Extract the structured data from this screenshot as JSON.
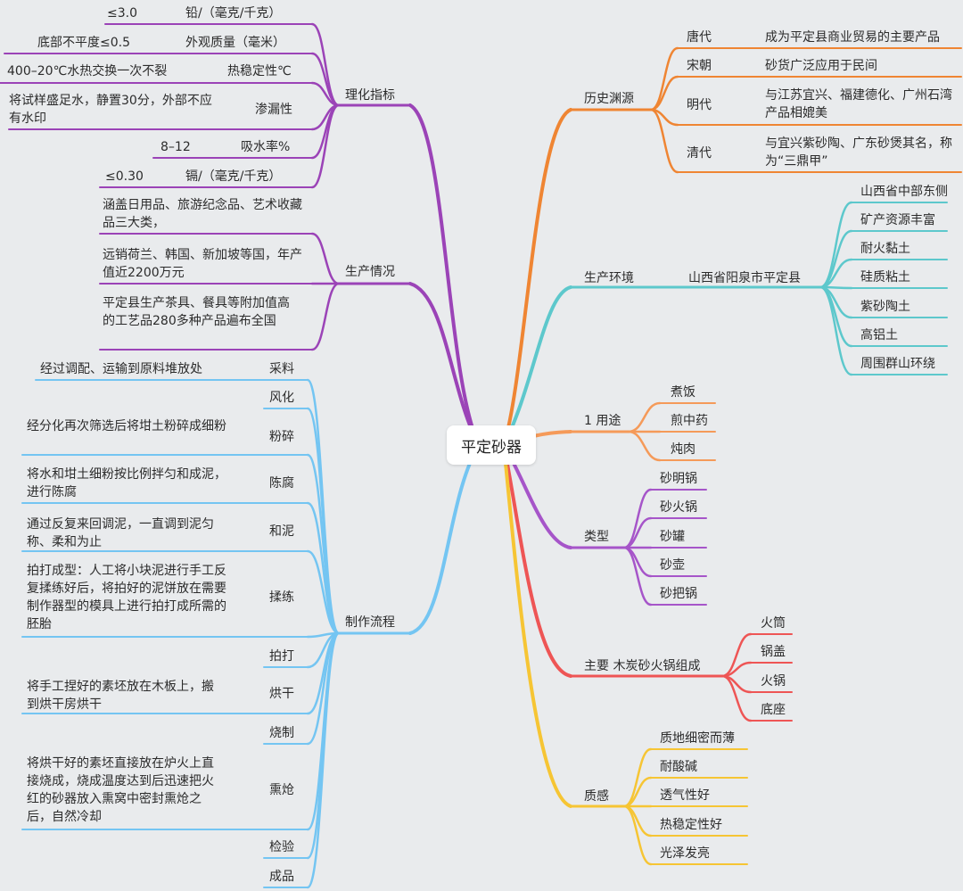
{
  "root": "平定砂器",
  "colors": {
    "purple": "#9b43b7",
    "blue": "#74c5f2",
    "orange": "#ef8533",
    "teal": "#5dc8cc",
    "lightorange": "#f59a59",
    "violet": "#a655c9",
    "red": "#ee5555",
    "yellow": "#f6c534"
  },
  "branches": {
    "lihua": {
      "label": "理化指标",
      "items": {
        "lead": {
          "label": "铅/（毫克/千克）",
          "value": "≤3.0"
        },
        "flat": {
          "label": "外观质量（毫米）",
          "value": "底部不平度≤0.5"
        },
        "thermal": {
          "label": "热稳定性℃",
          "value": "400–20℃水热交换一次不裂"
        },
        "leak": {
          "label": "渗漏性",
          "value": "将试样盛足水，静置30分，外部不应有水印"
        },
        "absorb": {
          "label": "吸水率%",
          "value": "8–12"
        },
        "cd": {
          "label": "镉/（毫克/千克）",
          "value": "≤0.30"
        }
      }
    },
    "shengchan": {
      "label": "生产情况",
      "items": [
        "涵盖日用品、旅游纪念品、艺术收藏品三大类，",
        "远销荷兰、韩国、新加坡等国，年产值近2200万元",
        "平定县生产茶具、餐具等附加值高的工艺品280多种产品遍布全国"
      ]
    },
    "zhizuo": {
      "label": "制作流程",
      "steps": {
        "caiLiao": {
          "label": "采料",
          "desc": "经过调配、运输到原料堆放处"
        },
        "fengHua": {
          "label": "风化"
        },
        "fenSui": {
          "label": "粉碎",
          "desc": "经分化再次筛选后将坩土粉碎成细粉"
        },
        "chenFu": {
          "label": "陈腐",
          "desc": "将水和坩土细粉按比例拌匀和成泥，进行陈腐"
        },
        "heNi": {
          "label": "和泥",
          "desc": "通过反复来回调泥，一直调到泥匀称、柔和为止"
        },
        "rouLian": {
          "label": "揉练",
          "desc": "拍打成型：人工将小块泥进行手工反复揉练好后，将拍好的泥饼放在需要制作器型的模具上进行拍打成所需的胚胎"
        },
        "paiDa": {
          "label": "拍打"
        },
        "hongGan": {
          "label": "烘干",
          "desc": "将手工捏好的素坯放在木板上，搬到烘干房烘干"
        },
        "shaoZhi": {
          "label": "烧制"
        },
        "xunQiang": {
          "label": "熏炝",
          "desc": "将烘干好的素坯直接放在炉火上直接烧成，烧成温度达到后迅速把火红的砂器放入熏窝中密封熏炝之后，自然冷却"
        },
        "jianYan": {
          "label": "检验"
        },
        "chengPin": {
          "label": "成品"
        }
      }
    },
    "lishi": {
      "label": "历史渊源",
      "items": [
        {
          "era": "唐代",
          "text": "成为平定县商业贸易的主要产品"
        },
        {
          "era": "宋朝",
          "text": "砂货广泛应用于民间"
        },
        {
          "era": "明代",
          "text": "与江苏宜兴、福建德化、广州石湾产品相媲美"
        },
        {
          "era": "清代",
          "text": "与宜兴紫砂陶、广东砂煲其名，称为“三鼎甲”"
        }
      ]
    },
    "huanjing": {
      "label": "生产环境",
      "place": "山西省阳泉市平定县",
      "items": [
        "山西省中部东侧",
        "矿产资源丰富",
        "耐火黏土",
        "硅质粘土",
        "紫砂陶土",
        "高铝土",
        "周围群山环绕"
      ]
    },
    "yongtu": {
      "label": "1 用途",
      "items": [
        "煮饭",
        "煎中药",
        "炖肉"
      ]
    },
    "leixing": {
      "label": "类型",
      "items": [
        "砂明锅",
        "砂火锅",
        "砂罐",
        "砂壶",
        "砂把锅"
      ]
    },
    "zucheng": {
      "label": "主要  木炭砂火锅组成",
      "items": [
        "火筒",
        "锅盖",
        "火锅",
        "底座"
      ]
    },
    "zhigan": {
      "label": "质感",
      "items": [
        "质地细密而薄",
        "耐酸碱",
        "透气性好",
        "热稳定性好",
        "光泽发亮"
      ]
    }
  }
}
